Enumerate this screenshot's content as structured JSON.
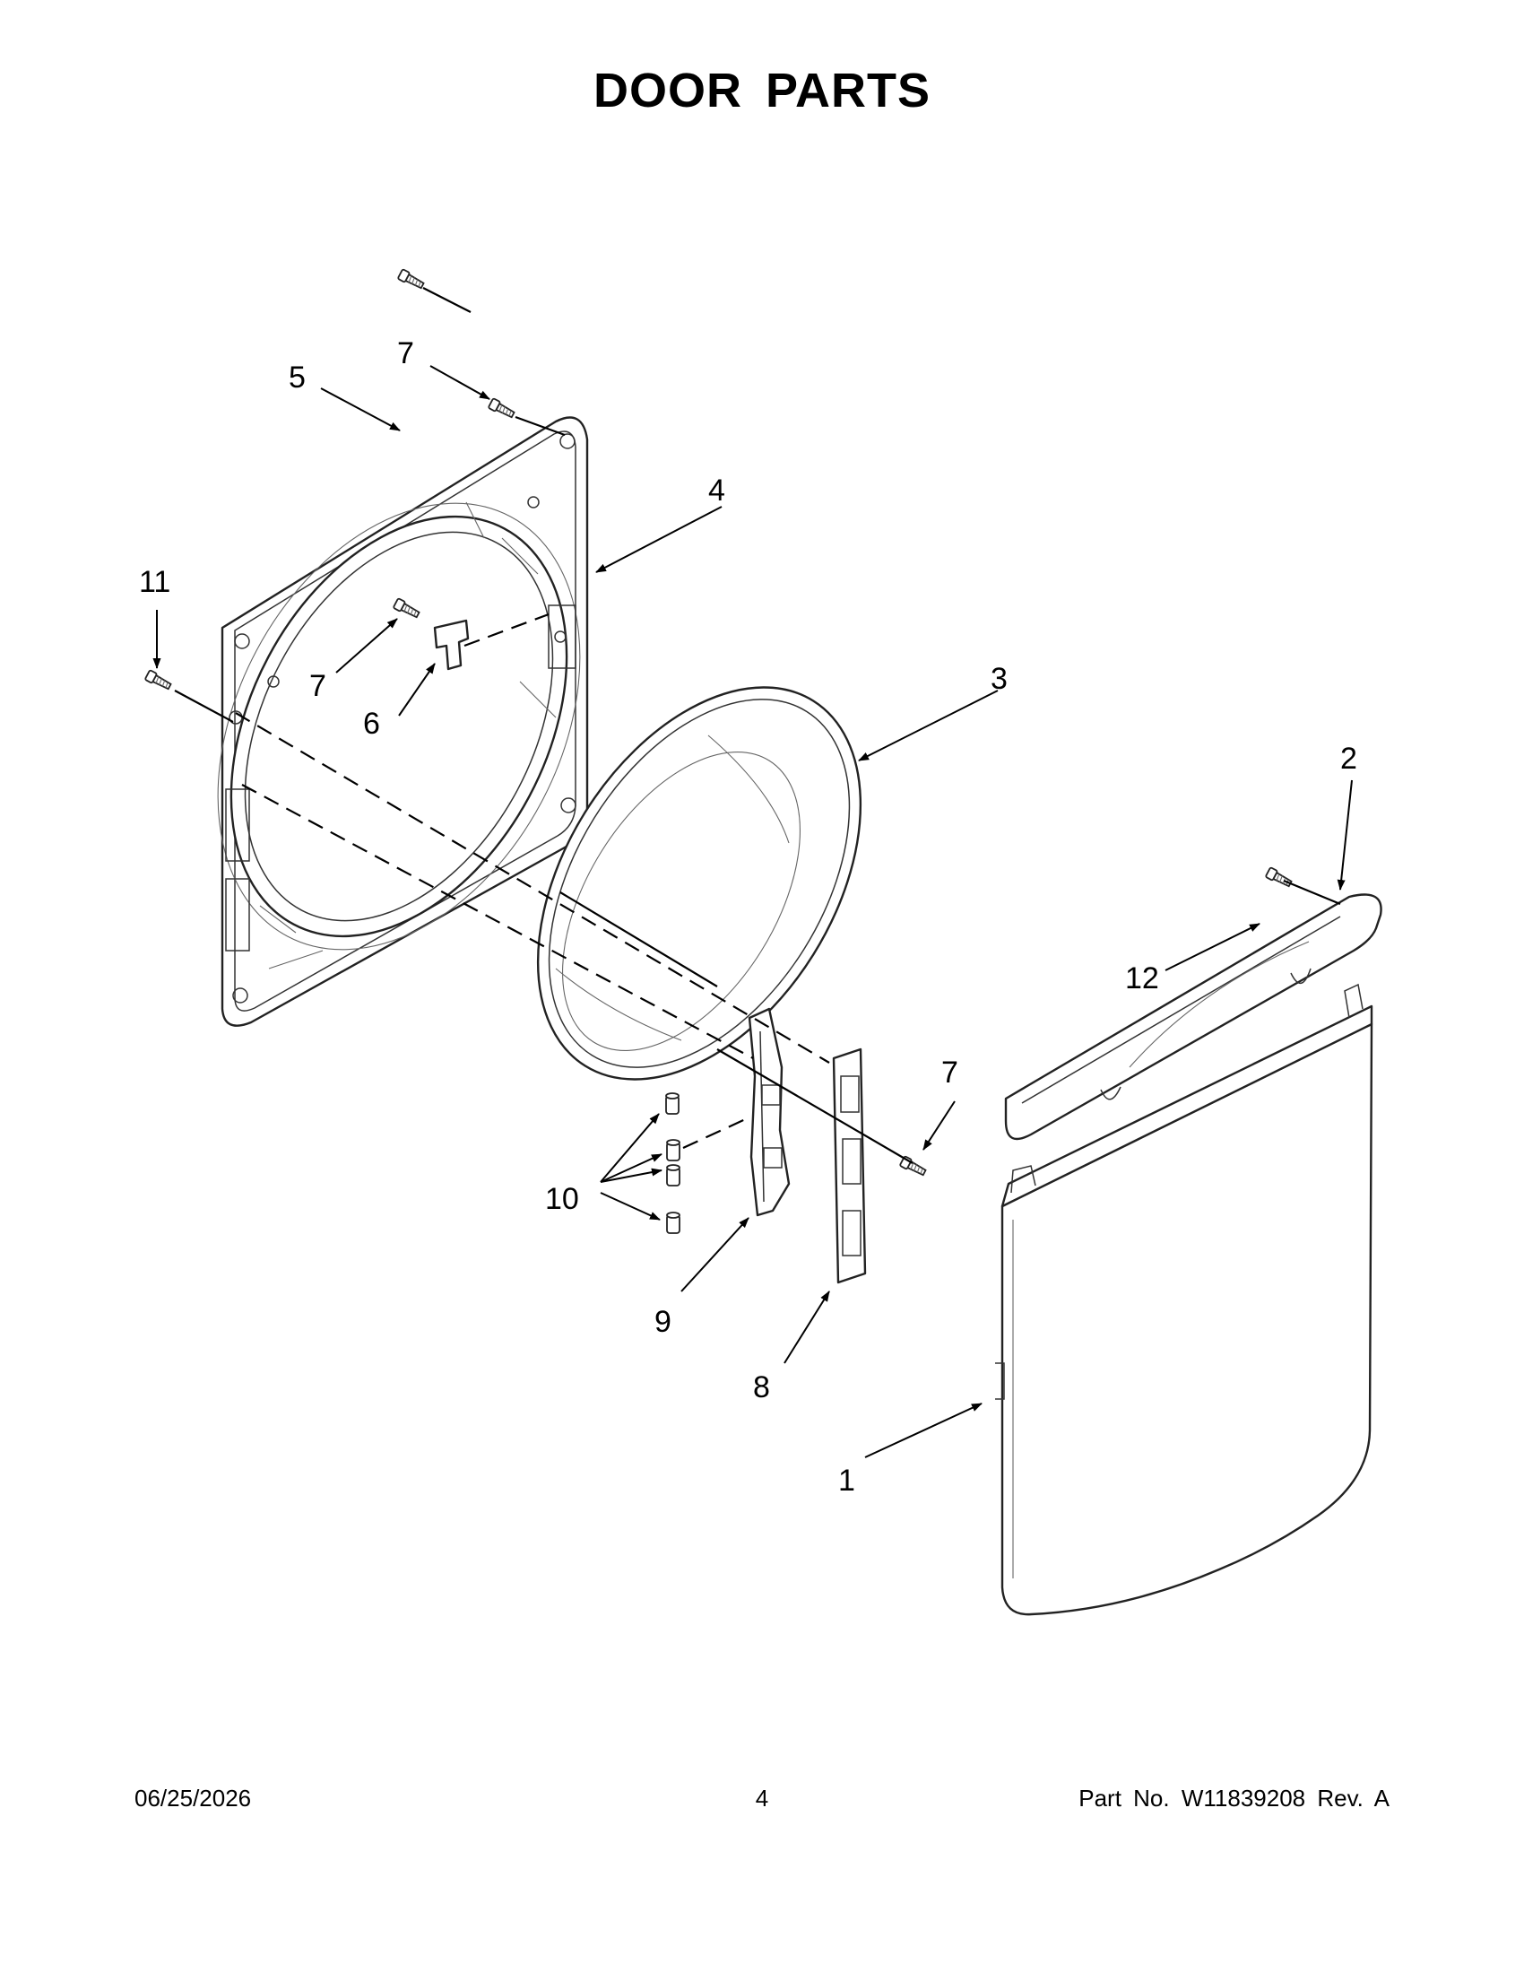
{
  "page": {
    "title": "DOOR PARTS",
    "footer": {
      "date": "06/25/2026",
      "page_number": "4",
      "part_number": "Part No.  W11839208  Rev.  A"
    }
  },
  "callouts": [
    "1",
    "2",
    "3",
    "4",
    "5",
    "6",
    "7",
    "7",
    "7",
    "8",
    "9",
    "10",
    "11",
    "12"
  ],
  "parts": [
    {
      "ref": "1",
      "icon": "door-panel"
    },
    {
      "ref": "2",
      "icon": "door-handle"
    },
    {
      "ref": "3",
      "icon": "door-inner-bowl"
    },
    {
      "ref": "4",
      "icon": "door-frame"
    },
    {
      "ref": "5",
      "icon": "screw"
    },
    {
      "ref": "6",
      "icon": "strike-bracket"
    },
    {
      "ref": "7",
      "icon": "screw"
    },
    {
      "ref": "8",
      "icon": "hinge-plate"
    },
    {
      "ref": "9",
      "icon": "hinge-arm"
    },
    {
      "ref": "10",
      "icon": "bushing"
    },
    {
      "ref": "11",
      "icon": "screw"
    },
    {
      "ref": "12",
      "icon": "screw"
    }
  ]
}
